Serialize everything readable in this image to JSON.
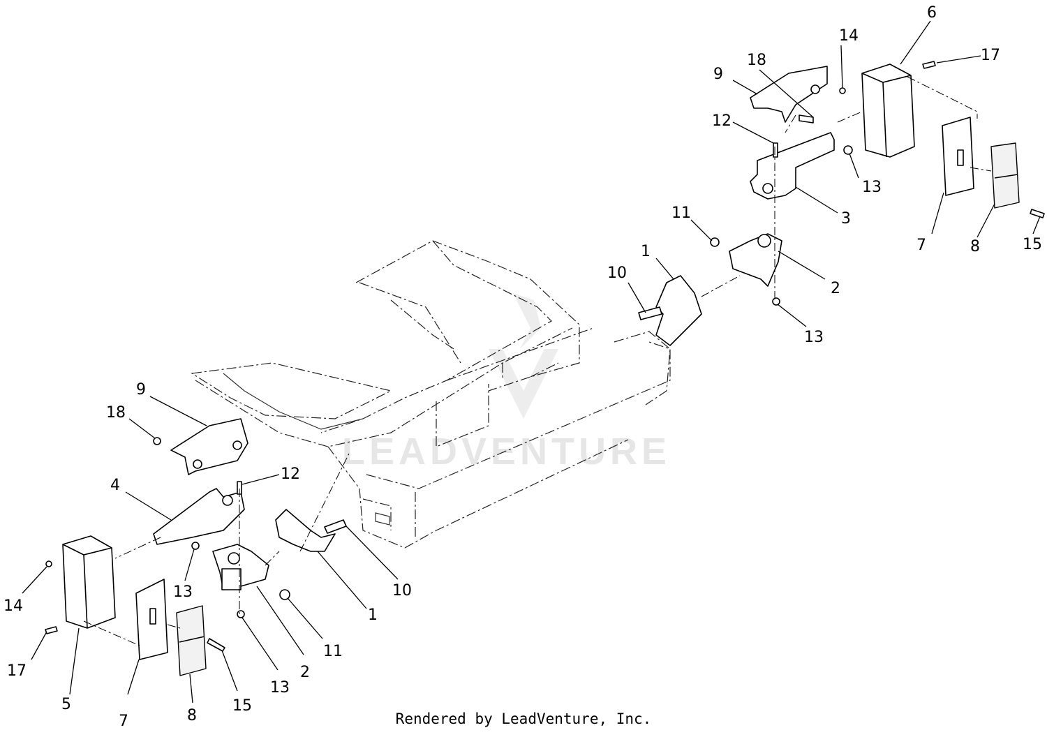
{
  "watermark": "LEADVENTURE",
  "footer": "Rendered by LeadVenture, Inc.",
  "callouts": {
    "c1a": "1",
    "c1b": "1",
    "c2a": "2",
    "c2b": "2",
    "c3": "3",
    "c4": "4",
    "c5": "5",
    "c6": "6",
    "c7a": "7",
    "c7b": "7",
    "c8a": "8",
    "c8b": "8",
    "c9a": "9",
    "c9b": "9",
    "c10a": "10",
    "c10b": "10",
    "c11a": "11",
    "c11b": "11",
    "c12a": "12",
    "c12b": "12",
    "c13a": "13",
    "c13b": "13",
    "c13c": "13",
    "c13d": "13",
    "c14a": "14",
    "c14b": "14",
    "c15a": "15",
    "c15b": "15",
    "c17a": "17",
    "c17b": "17",
    "c18a": "18",
    "c18b": "18"
  }
}
